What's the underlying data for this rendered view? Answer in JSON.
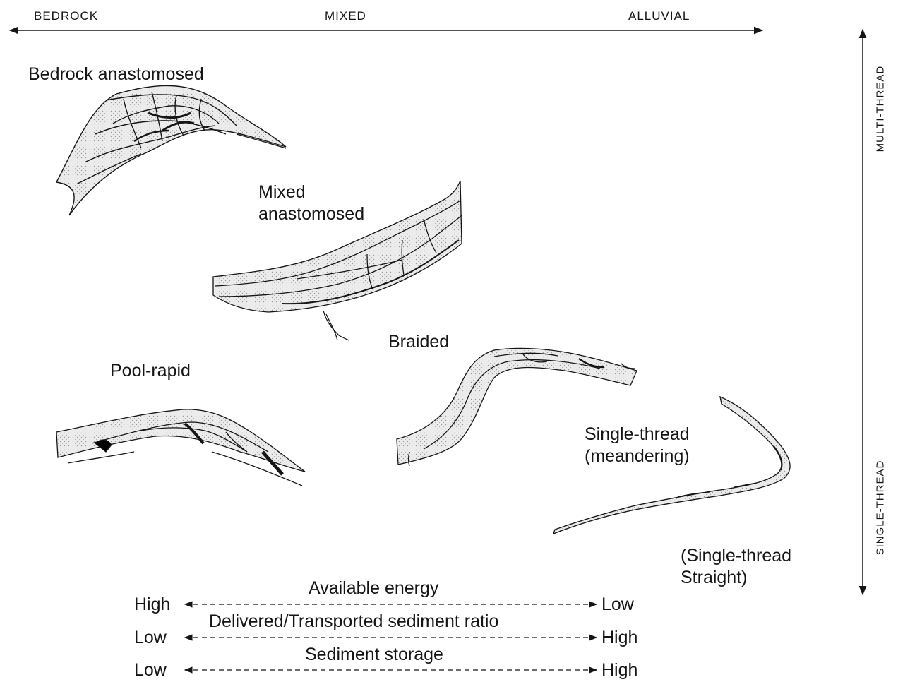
{
  "top_axis": {
    "left": "BEDROCK",
    "middle": "MIXED",
    "right": "ALLUVIAL"
  },
  "right_axis": {
    "top": "MULTI-THREAD",
    "bottom": "SINGLE-THREAD"
  },
  "channel_types": {
    "bedrock_anastomosed": "Bedrock anastomosed",
    "mixed_anastomosed": "Mixed\nanastomosed",
    "braided": "Braided",
    "pool_rapid": "Pool-rapid",
    "meandering": "Single-thread\n(meandering)",
    "straight": "(Single-thread\nStraight)"
  },
  "gradients": [
    {
      "title": "Available energy",
      "left": "High",
      "right": "Low"
    },
    {
      "title": "Delivered/Transported sediment ratio",
      "left": "Low",
      "right": "High"
    },
    {
      "title": "Sediment storage",
      "left": "Low",
      "right": "High"
    }
  ],
  "colors": {
    "ink": "#151515",
    "fill": "#e8e8e8",
    "bedrock": "#000000"
  }
}
